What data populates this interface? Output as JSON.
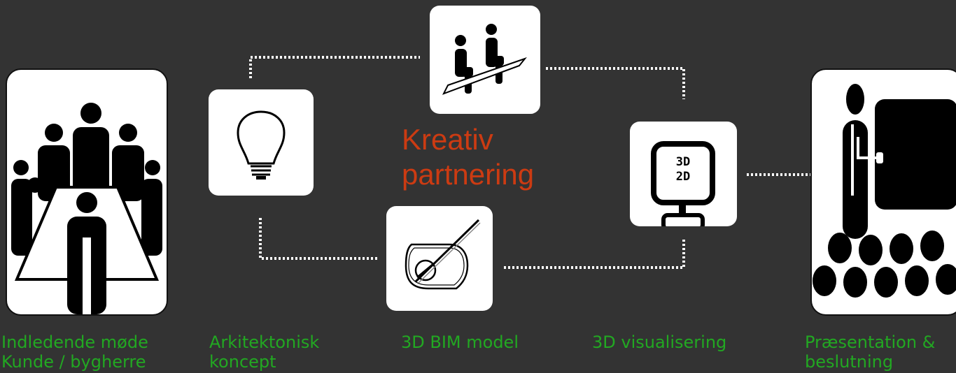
{
  "center_title": {
    "line1": "Kreativ",
    "line2": "partnering"
  },
  "captions": {
    "meeting": {
      "line1": "Indledende møde",
      "line2": "Kunde / bygherre"
    },
    "concept": {
      "line1": "Arkitektonisk",
      "line2": "koncept"
    },
    "bim": {
      "line1": "3D BIM model"
    },
    "visual": {
      "line1": "3D visualisering"
    },
    "presentation": {
      "line1": "Præsentation &",
      "line2": "beslutning"
    }
  },
  "icons": {
    "meeting": "meeting-table-icon",
    "concept": "lightbulb-icon",
    "partnering": "seated-people-icon",
    "bim": "bim-model-icon",
    "visual": "screen-3d-2d-icon",
    "presentation": "presenter-audience-icon"
  },
  "screen_labels": {
    "top": "3D",
    "bottom": "2D"
  },
  "colors": {
    "background": "#333333",
    "caption_green": "#22a822",
    "title_red": "#cc3b12",
    "connector": "#ffffff"
  }
}
